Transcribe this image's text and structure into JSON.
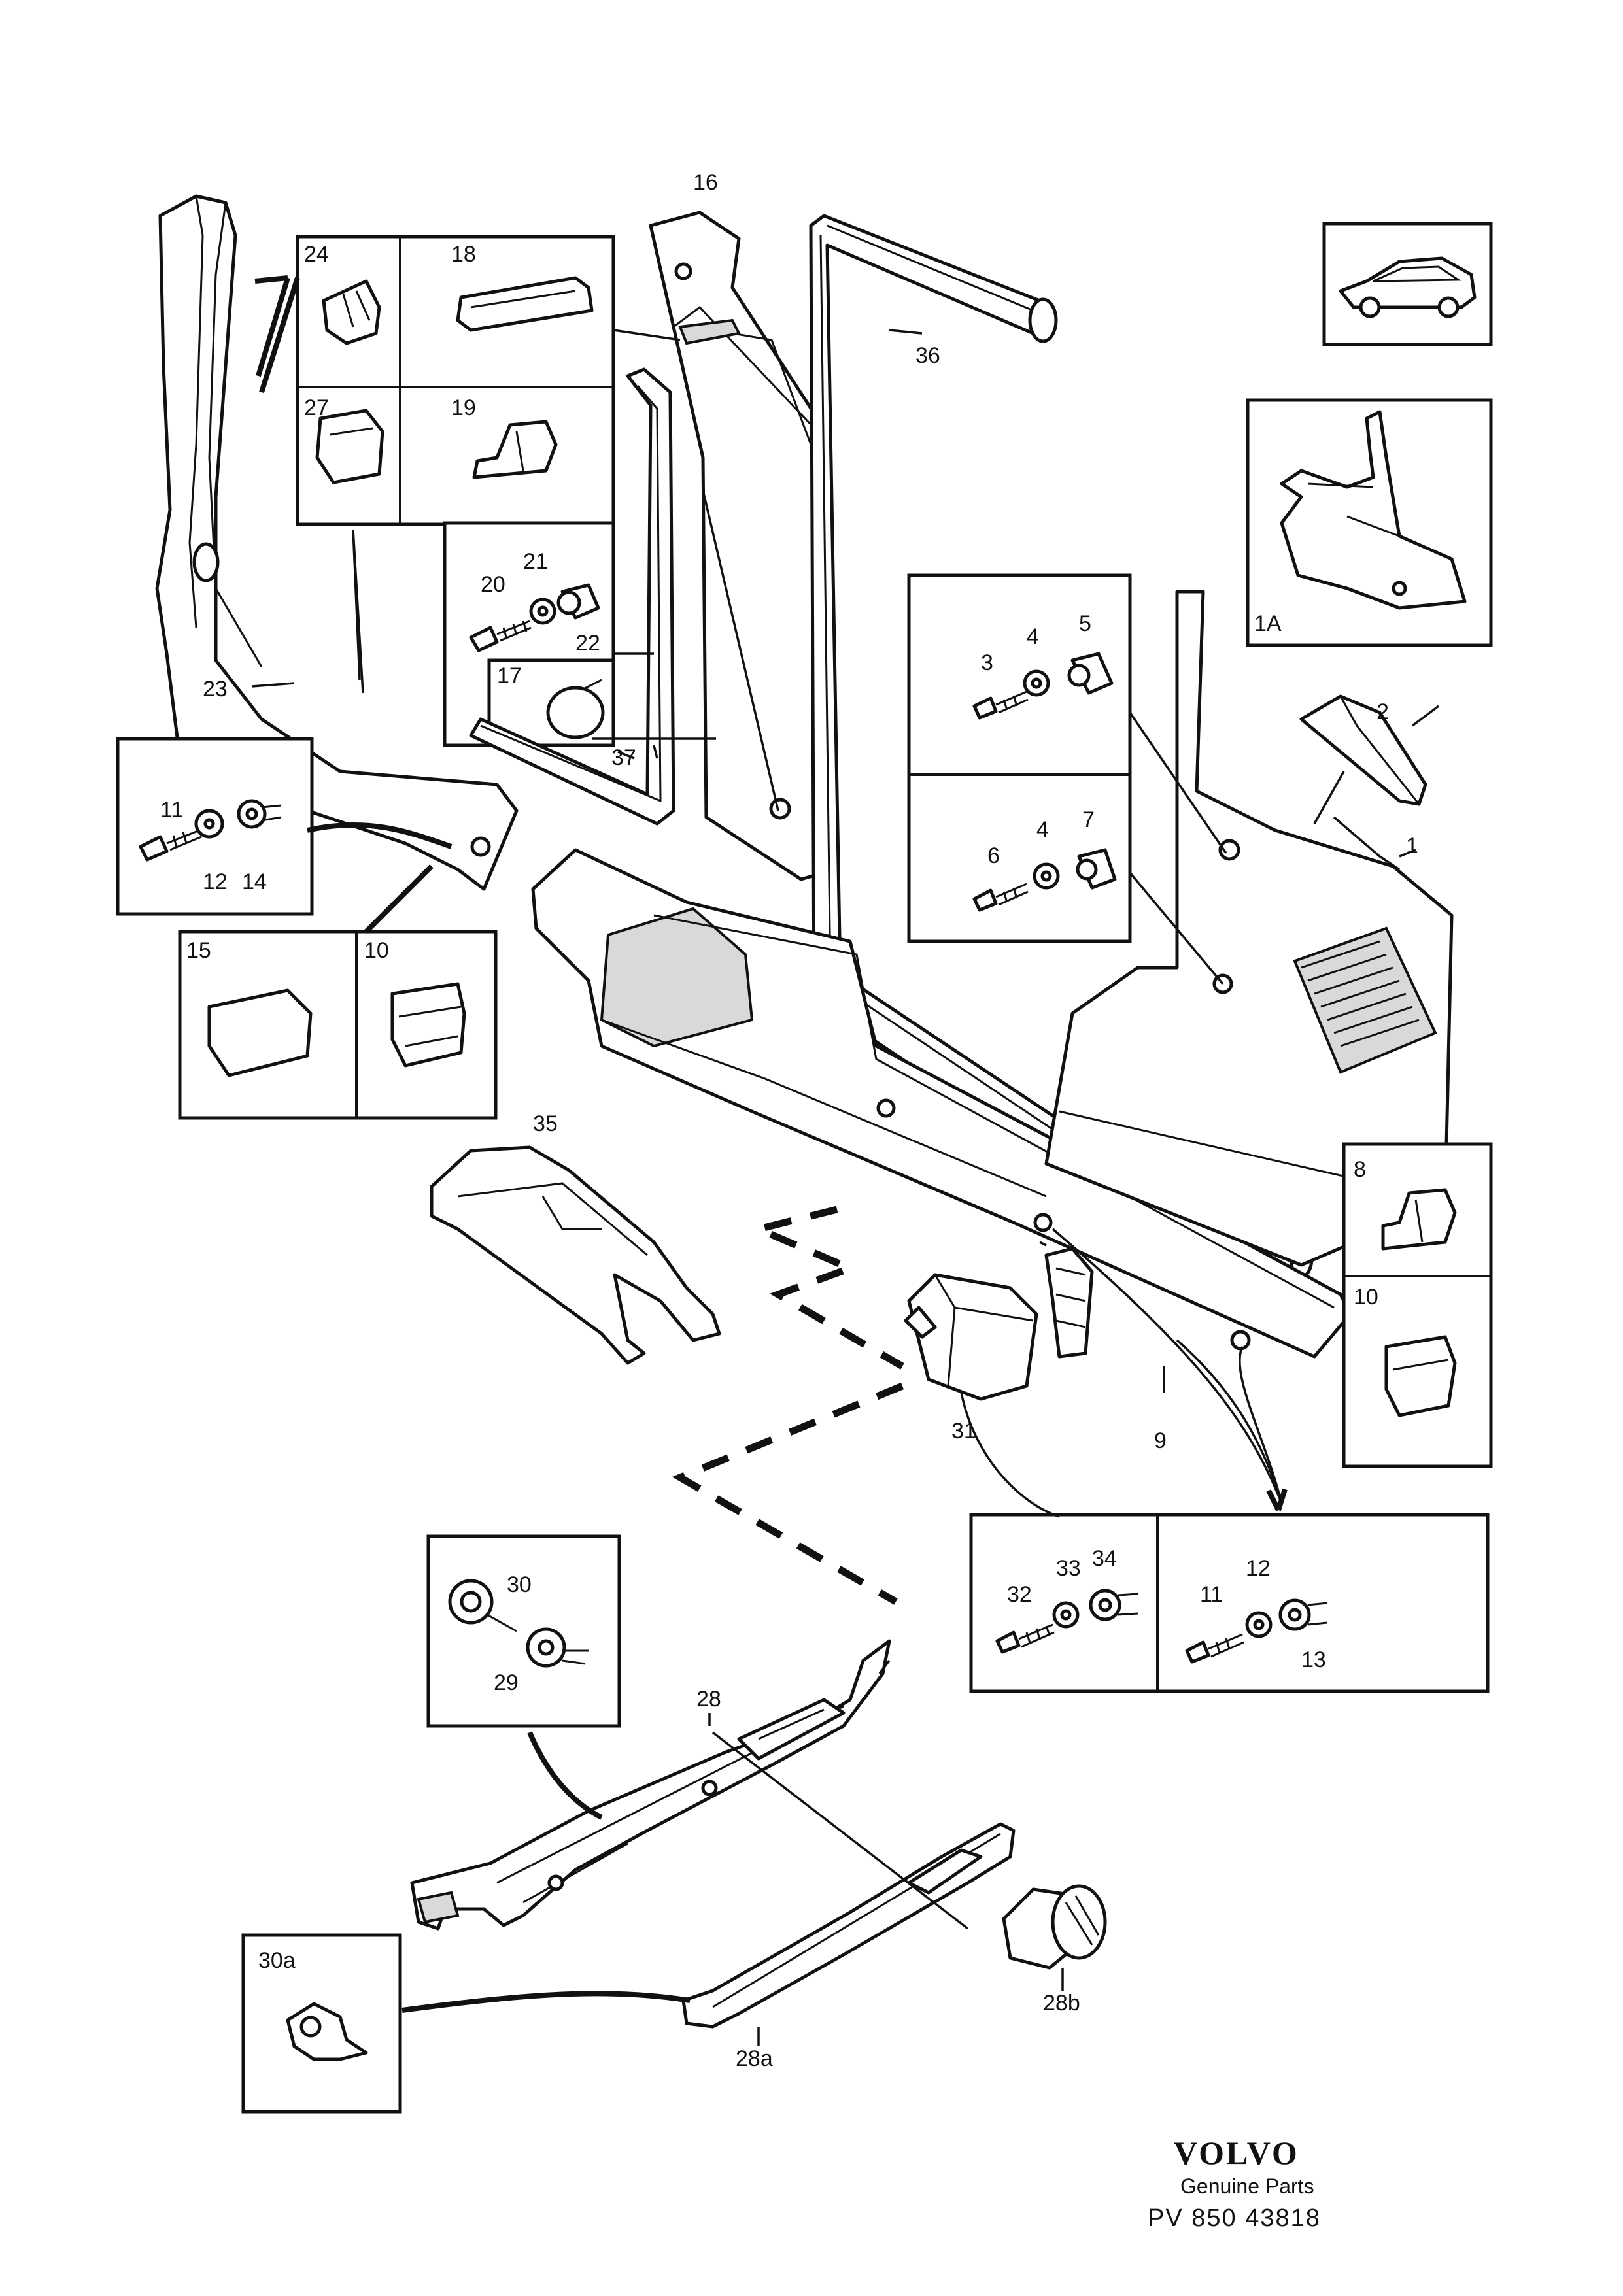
{
  "callouts": {
    "c1": "1",
    "c1A": "1A",
    "c2": "2",
    "c3": "3",
    "c4a": "4",
    "c4b": "4",
    "c5": "5",
    "c6": "6",
    "c7": "7",
    "c8": "8",
    "c9": "9",
    "c10a": "10",
    "c10b": "10",
    "c11a": "11",
    "c11b": "11",
    "c12a": "12",
    "c12b": "12",
    "c13": "13",
    "c14": "14",
    "c15": "15",
    "c16": "16",
    "c17": "17",
    "c18": "18",
    "c19": "19",
    "c20": "20",
    "c21": "21",
    "c22": "22",
    "c23": "23",
    "c24": "24",
    "c27": "27",
    "c28": "28",
    "c28a": "28a",
    "c28b": "28b",
    "c29": "29",
    "c30": "30",
    "c30a": "30a",
    "c31": "31",
    "c32": "32",
    "c33": "33",
    "c34": "34",
    "c35": "35",
    "c36": "36",
    "c37": "37"
  },
  "footer": {
    "brand": "VOLVO",
    "subtitle": "Genuine Parts",
    "code": "PV  850 43818"
  }
}
